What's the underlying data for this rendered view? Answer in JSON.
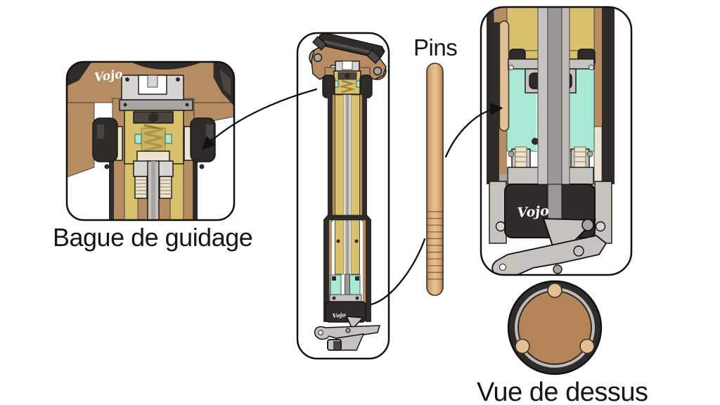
{
  "labels": {
    "guide_ring": "Bague de guidage",
    "pins": "Pins",
    "top_view": "Vue de dessus"
  },
  "watermark": {
    "brand": "Vojo"
  },
  "colors": {
    "ink": "#111111",
    "dark-part": "#2e2b28",
    "mid-dark": "#4a4540",
    "brown": "#b68d62",
    "gold": "#d9c06c",
    "gold-deep": "#c0a855",
    "cream": "#ece4cf",
    "light-gray": "#d7d4d1",
    "mid-gray": "#a8a4a0",
    "shaft-gray": "#9c9894",
    "steel-gray": "#c6c2be",
    "teal": "#a9e9d6",
    "pin-tan": "#d8ad7c",
    "pin-tan-light": "#e3c093",
    "topview-brown": "#b28457",
    "topview-ring": "#c2bbbe"
  }
}
